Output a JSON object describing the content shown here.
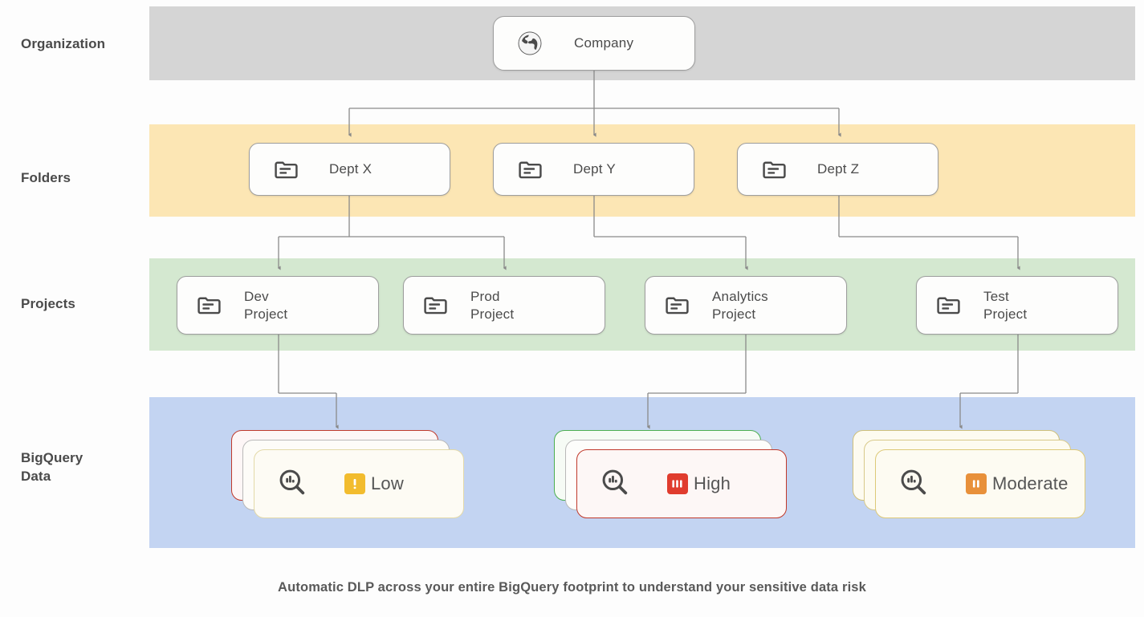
{
  "diagram": {
    "rows": [
      {
        "id": "organization",
        "label": "Organization",
        "band_color": "#d5d5d5"
      },
      {
        "id": "folders",
        "label": "Folders",
        "band_color": "#fce6b4"
      },
      {
        "id": "projects",
        "label": "Projects",
        "band_color": "#d4e8d0"
      },
      {
        "id": "bigquery",
        "label": "BigQuery\nData",
        "band_color": "#c3d4f2"
      }
    ],
    "organization": {
      "node": {
        "label": "Company",
        "icon": "globe-icon"
      }
    },
    "folders": {
      "nodes": [
        {
          "label": "Dept X",
          "icon": "folder-icon"
        },
        {
          "label": "Dept Y",
          "icon": "folder-icon"
        },
        {
          "label": "Dept Z",
          "icon": "folder-icon"
        }
      ]
    },
    "projects": {
      "nodes": [
        {
          "label": "Dev\nProject",
          "icon": "folder-icon"
        },
        {
          "label": "Prod\nProject",
          "icon": "folder-icon"
        },
        {
          "label": "Analytics\nProject",
          "icon": "folder-icon"
        },
        {
          "label": "Test\nProject",
          "icon": "folder-icon"
        }
      ]
    },
    "bigquery": {
      "stacks": [
        {
          "risk": "Low",
          "icon": "bigquery-magnifier-icon",
          "badge_icon": "risk-low-badge-icon",
          "badge_color": "#f2bc2e",
          "badge_bars": 1,
          "card_back_border": "#c0392b",
          "card_back_fill": "#fdf6f6",
          "card_mid_border": "#b9b9b9",
          "card_mid_fill": "#fdfcf8",
          "card_front_border": "#e3d9a8",
          "card_front_fill": "#fdfbf4"
        },
        {
          "risk": "High",
          "icon": "bigquery-magnifier-icon",
          "badge_icon": "risk-high-badge-icon",
          "badge_color": "#e03c2e",
          "badge_bars": 3,
          "card_back_border": "#4caf50",
          "card_back_fill": "#f6fbf5",
          "card_mid_border": "#b9b9b9",
          "card_mid_fill": "#fdfdfb",
          "card_front_border": "#c0392b",
          "card_front_fill": "#fdf7f6"
        },
        {
          "risk": "Moderate",
          "icon": "bigquery-magnifier-icon",
          "badge_icon": "risk-moderate-badge-icon",
          "badge_color": "#e8903a",
          "badge_bars": 2,
          "card_back_border": "#cfc07a",
          "card_back_fill": "#fdfbf0",
          "card_mid_border": "#d8c98a",
          "card_mid_fill": "#fdfbf0",
          "card_front_border": "#ddc978",
          "card_front_fill": "#fdfbf2"
        }
      ]
    },
    "caption": "Automatic DLP across your entire BigQuery footprint to understand your sensitive data risk"
  }
}
